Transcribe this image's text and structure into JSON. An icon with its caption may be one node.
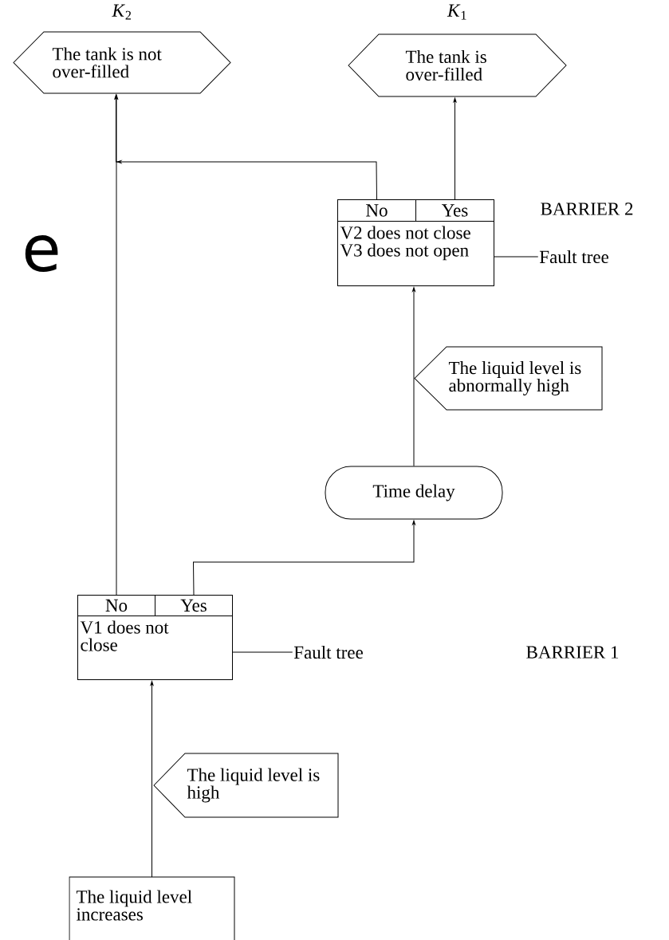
{
  "diagram": {
    "nodes": [
      {
        "text": [
          "*K*$_{2}$",
          "The tank is not over-filled"
        ]
      },
      {
        "text": [
          "*K*$_{1}$",
          "The tank is over-filled"
        ]
      },
      {
        "text": [
          "V2 does not close V3 does not open"
        ]
      },
      {
        "text": [
          "No"
        ],
        "in": 2
      },
      {
        "text": [
          "Yes"
        ],
        "in": 2
      },
      {
        "text": [
          "Fault tree"
        ]
      },
      {
        "text": [
          "The liquid level is abnormally high"
        ]
      },
      {
        "text": [
          "Time delay"
        ]
      },
      {
        "text": [
          "V1 does not close"
        ]
      },
      {
        "text": [
          "No"
        ],
        "in": 8
      },
      {
        "text": [
          "Yes"
        ],
        "in": 8
      },
      {
        "text": [
          "Fault tree"
        ]
      },
      {
        "text": [
          "The liquid level is high"
        ]
      },
      {
        "text": [
          "The liquid level increases"
        ]
      }
    ],
    "edges": [
      {
        "from": 3,
        "to": 0,
        "arrow": "to"
      },
      {
        "from": 4,
        "to": 1,
        "arrow": "to"
      },
      {
        "from": 7,
        "to": 2,
        "arrow": "to"
      },
      {
        "from": 10,
        "to": 7,
        "arrow": "to"
      },
      {
        "from": 9,
        "to": 0,
        "arrow": "to"
      },
      {
        "from": 13,
        "to": 8,
        "arrow": "to"
      },
      {
        "from": 2,
        "to": 5,
        "arrow": "none"
      },
      {
        "from": 8,
        "to": 11,
        "arrow": "none"
      }
    ],
    "labels": [
      "e",
      "BARRIER 2",
      "BARRIER 1"
    ]
  }
}
